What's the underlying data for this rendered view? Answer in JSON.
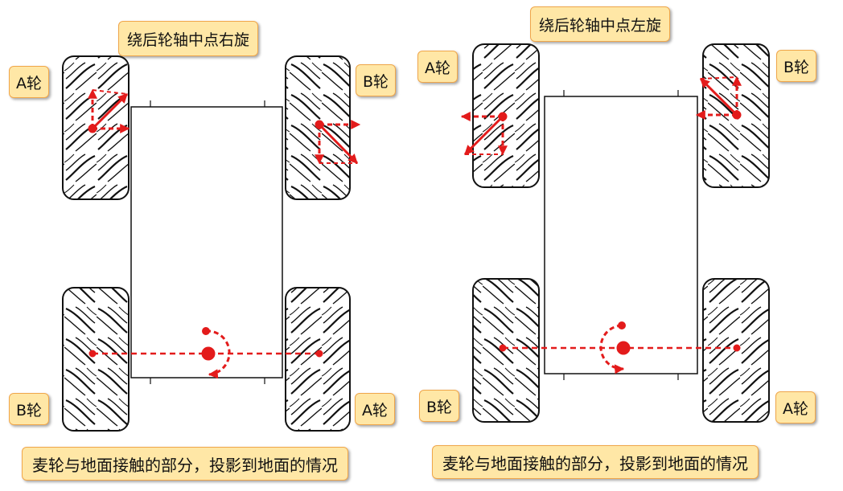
{
  "panels": [
    {
      "id": "left",
      "title": "绕后轮轴中点右旋",
      "front_left_wheel": "A轮",
      "front_right_wheel": "B轮",
      "rear_left_wheel": "B轮",
      "rear_right_wheel": "A轮",
      "caption": "麦轮与地面接触的部分，投影到地面的情况",
      "rotation": "clockwise"
    },
    {
      "id": "right",
      "title": "绕后轮轴中点左旋",
      "front_left_wheel": "A轮",
      "front_right_wheel": "B轮",
      "rear_left_wheel": "B轮",
      "rear_right_wheel": "A轮",
      "caption": "麦轮与地面接触的部分，投影到地面的情况",
      "rotation": "counterclockwise"
    }
  ],
  "colors": {
    "arrow": "#e31b1b",
    "label_fill": "#ffe7a6",
    "label_border": "#f0a64a",
    "outline": "#111111"
  }
}
